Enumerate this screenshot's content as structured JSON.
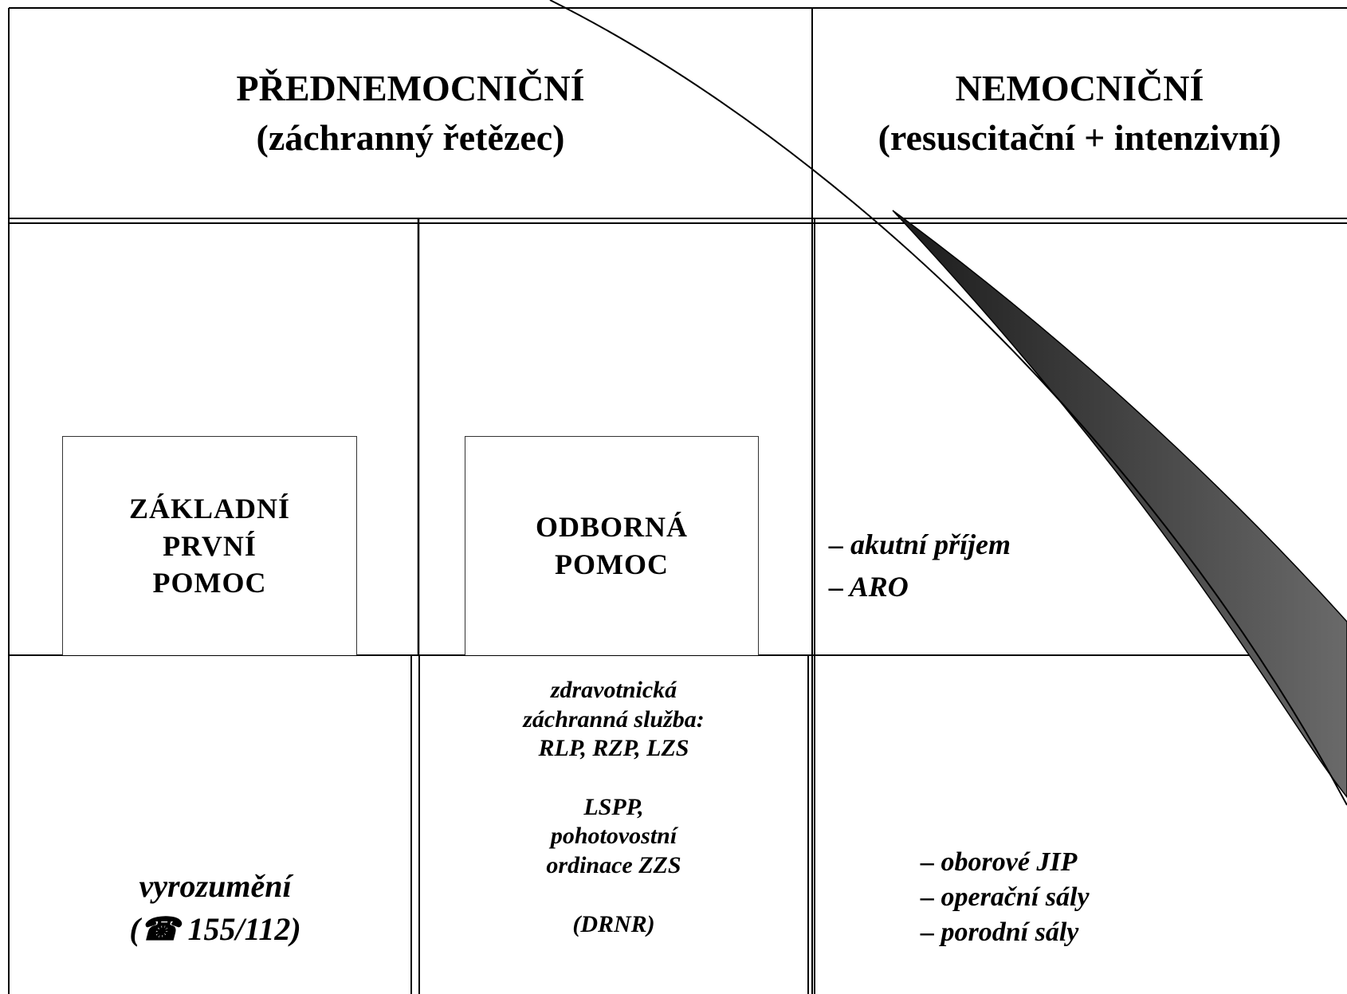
{
  "prehospital": {
    "title": "PŘEDNEMOCNIČNÍ",
    "subtitle": "(záchranný řetězec)",
    "basic_box": [
      "ZÁKLADNÍ",
      "PRVNÍ",
      "POMOC"
    ],
    "expert_box": [
      "ODBORNÁ",
      "POMOC"
    ],
    "notify": [
      "vyrozumění",
      "(☎ 155/112)"
    ],
    "services": [
      "zdravotnická",
      "záchranná služba:",
      "RLP, RZP, LZS",
      "",
      "LSPP,",
      "pohotovostní",
      "ordinace ZZS",
      "",
      "(DRNR)"
    ]
  },
  "hospital": {
    "title": "NEMOCNIČNÍ",
    "subtitle": "(resuscitační + intenzivní)",
    "upper_list": [
      "– akutní příjem",
      "– ARO"
    ],
    "lower_list": [
      "– oborové JIP",
      "– operační sály",
      "– porodní sály"
    ]
  },
  "colors": {
    "line": "#000000",
    "wedge_dark": "#1a1a1a",
    "wedge_light": "#6a6a6a"
  }
}
